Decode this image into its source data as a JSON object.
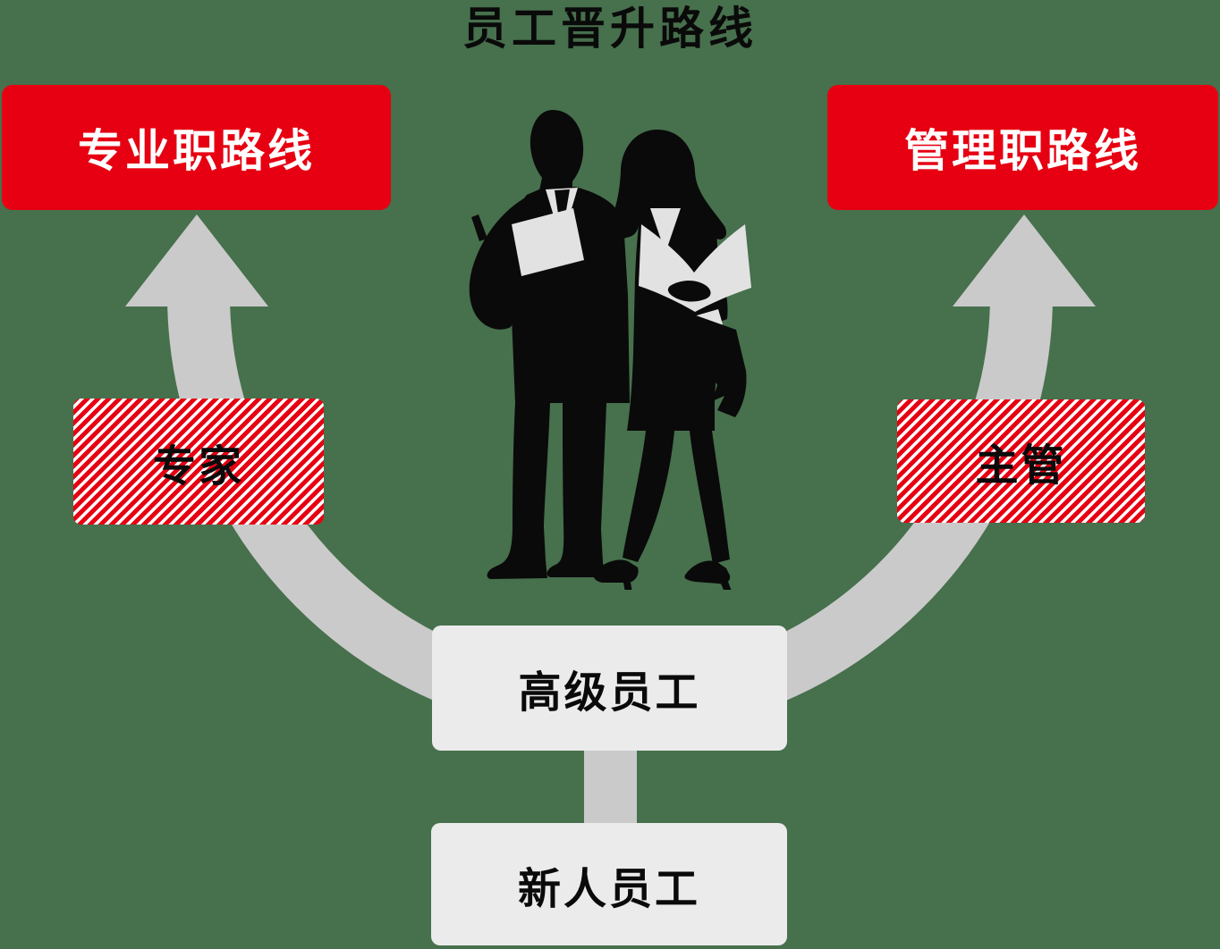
{
  "title": "员工晋升路线",
  "routes": {
    "professional": {
      "label": "专业职路线"
    },
    "management": {
      "label": "管理职路线"
    }
  },
  "milestones": {
    "expert": {
      "label": "专家"
    },
    "supervisor": {
      "label": "主管"
    }
  },
  "levels": {
    "senior": {
      "label": "高级员工"
    },
    "newcomer": {
      "label": "新人员工"
    }
  },
  "illustration": {
    "icon": "businesspeople-silhouette-icon"
  },
  "colors": {
    "background": "#47704D",
    "red": "#E60012",
    "band": "#CACACA",
    "box": "#EBEBEB",
    "paper": "#E2E2E2",
    "ink": "#0A0A0A",
    "white": "#FFFFFF"
  }
}
